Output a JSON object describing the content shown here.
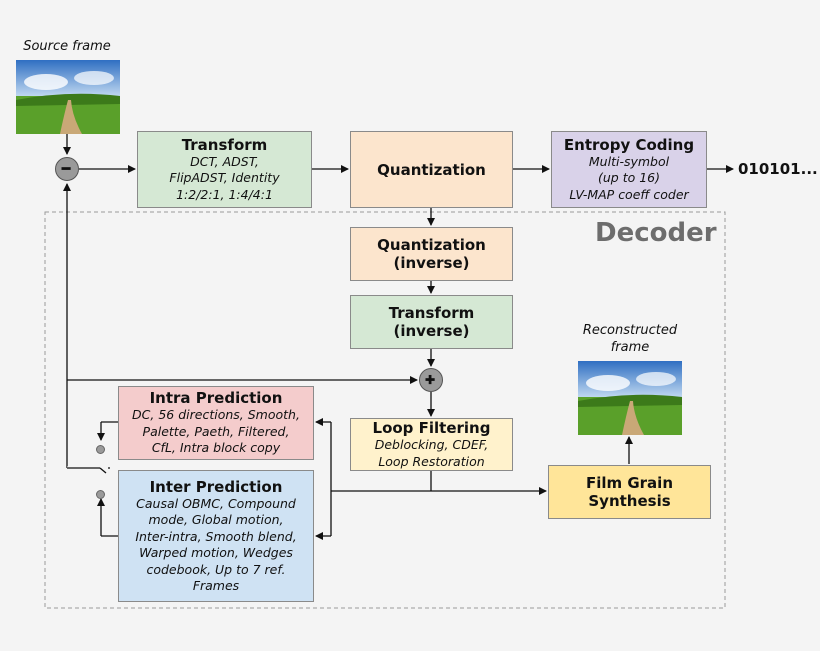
{
  "labels": {
    "source_frame": "Source frame",
    "reconstructed_frame": "Reconstructed\nframe",
    "decoder": "Decoder",
    "bitstream": "010101..."
  },
  "blocks": {
    "transform": {
      "title": "Transform",
      "lines": [
        "DCT, ADST,",
        "FlipADST, Identity",
        "1:2/2:1, 1:4/4:1"
      ]
    },
    "quantization": {
      "title": "Quantization"
    },
    "entropy": {
      "title": "Entropy Coding",
      "lines": [
        "Multi-symbol",
        "(up to 16)",
        "LV-MAP coeff coder"
      ]
    },
    "quant_inverse": {
      "title": "Quantization",
      "title2": "(inverse)"
    },
    "transform_inverse": {
      "title": "Transform",
      "title2": "(inverse)"
    },
    "intra": {
      "title": "Intra Prediction",
      "lines": [
        "DC, 56 directions, Smooth,",
        "Palette, Paeth, Filtered,",
        "CfL, Intra block copy"
      ]
    },
    "loop": {
      "title": "Loop Filtering",
      "lines": [
        "Deblocking, CDEF,",
        "Loop Restoration"
      ]
    },
    "inter": {
      "title": "Inter Prediction",
      "lines": [
        "Causal OBMC, Compound",
        "mode, Global motion,",
        "Inter-intra, Smooth blend,",
        "Warped motion, Wedges",
        "codebook, Up to 7 ref.",
        "Frames"
      ]
    },
    "film_grain": {
      "title": "Film Grain",
      "title2": "Synthesis"
    }
  },
  "colors": {
    "transform": "#d5e8d4",
    "quantization": "#fce5cd",
    "entropy": "#d9d2e9",
    "intra": "#f4cccc",
    "loop": "#fff2cc",
    "inter": "#cfe2f3",
    "film_grain": "#ffe599"
  },
  "icons": {
    "subtract": "minus-circle-icon",
    "add": "plus-circle-icon"
  }
}
